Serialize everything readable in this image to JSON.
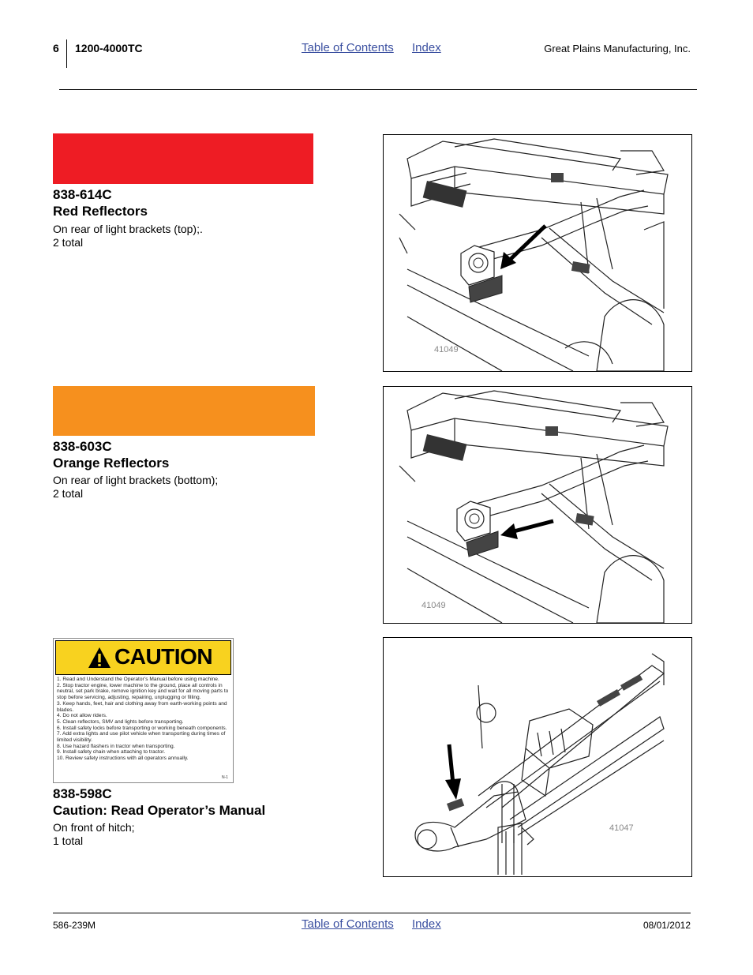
{
  "header": {
    "page_number": "6",
    "model": "1200-4000TC",
    "toc_link": "Table of Contents",
    "index_link": "Index",
    "company": "Great Plains Manufacturing, Inc."
  },
  "sections": [
    {
      "part": "838-614C",
      "name": "Red Reflectors",
      "location": "On rear of light brackets (top);.",
      "quantity": "2 total",
      "swatch_color": "#ee1c24",
      "figure_number": "41049"
    },
    {
      "part": "838-603C",
      "name": "Orange Reflectors",
      "location": "On rear of light brackets (bottom);",
      "quantity": "2 total",
      "swatch_color": "#f6901e",
      "figure_number": "41049"
    },
    {
      "part": "838-598C",
      "name": "Caution: Read Operator’s Manual",
      "location": "On front of hitch;",
      "quantity": "1 total",
      "figure_number": "41047",
      "decal": {
        "signal_word": "CAUTION",
        "items": [
          "1.  Read and Understand the Operator’s Manual before using machine.",
          "2.  Stop tractor engine, lower machine to the ground, place all controls in neutral, set park brake, remove ignition key and wait for all moving parts to stop before servicing, adjusting, repairing, unplugging or filling.",
          "3.  Keep hands, feet, hair and clothing away from earth-working points and blades.",
          "4.  Do not allow riders.",
          "5.  Clean reflectors, SMV and lights before transporting.",
          "6.  Install safety locks before transporting or working beneath components.",
          "7.  Add extra lights and use pilot vehicle when transporting during times of limited visibility.",
          "8.  Use hazard flashers in tractor when transporting.",
          "9.  Install safety chain when attaching to tractor.",
          "10. Review safety instructions with all operators annually."
        ],
        "code": "N-1"
      }
    }
  ],
  "footer": {
    "part_number": "586-239M",
    "toc_link": "Table of Contents",
    "index_link": "Index",
    "date": "08/01/2012"
  }
}
